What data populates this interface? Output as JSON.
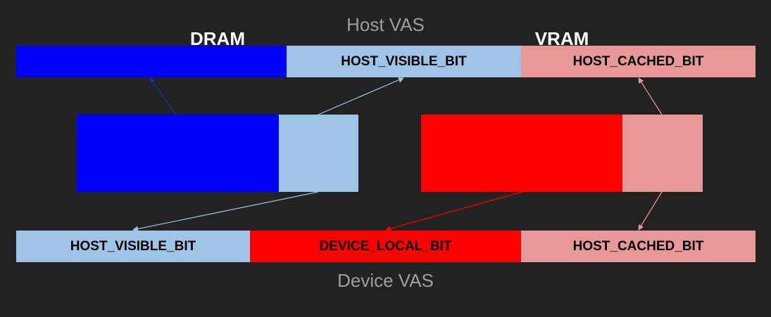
{
  "host_vas": {
    "caption": "Host VAS",
    "segments": [
      {
        "label": "",
        "color": "#0000ff"
      },
      {
        "label": "HOST_VISIBLE_BIT",
        "color": "#a0c4e8"
      },
      {
        "label": "HOST_CACHED_BIT",
        "color": "#e89898"
      }
    ]
  },
  "device_vas": {
    "caption": "Device VAS",
    "segments": [
      {
        "label": "HOST_VISIBLE_BIT",
        "color": "#a0c4e8"
      },
      {
        "label": "DEVICE_LOCAL_BIT",
        "color": "#ff0000"
      },
      {
        "label": "HOST_CACHED_BIT",
        "color": "#e89898"
      }
    ]
  },
  "dram": {
    "label": "DRAM",
    "main_color": "#0000ff",
    "visible_color": "#a0c4e8"
  },
  "vram": {
    "label": "VRAM",
    "main_color": "#ff0000",
    "cached_color": "#e89898"
  },
  "arrow_colors": {
    "blue": "#1a2fa8",
    "light_blue": "#a0c4e8",
    "red": "#ff0000",
    "pink": "#e89898"
  }
}
